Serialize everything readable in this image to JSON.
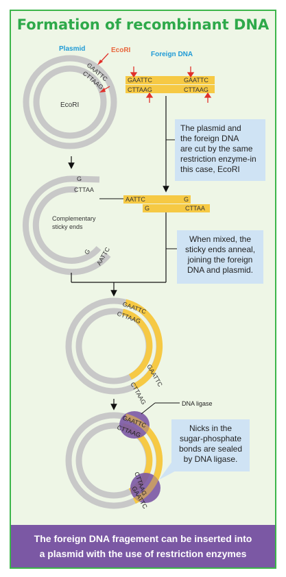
{
  "title": "Formation of recombinant DNA",
  "labels": {
    "plasmid": "Plasmid",
    "ecori_top": "EcoRI",
    "foreign_dna": "Foreign DNA",
    "ecori_inner": "EcoRI",
    "complementary": "Complementary",
    "sticky_ends": "sticky ends",
    "dna_ligase": "DNA ligase"
  },
  "sequences": {
    "gaattc": "GAATTC",
    "cttaag": "CTTAAG",
    "g": "G",
    "cttaa": "CTTAA",
    "aattc": "AATTC"
  },
  "notes": {
    "cut": [
      "The plasmid and",
      "the foreign DNA",
      "are cut by the same",
      "restriction enzyme-in",
      "this case, EcoRI"
    ],
    "mixed": [
      "When mixed, the",
      "sticky ends anneal,",
      "joining the foreign",
      "DNA and plasmid."
    ],
    "nicks": [
      "Nicks in the",
      "sugar-phosphate",
      "bonds are sealed",
      "by DNA ligase."
    ]
  },
  "footer": [
    "The foreign DNA fragement can be inserted into",
    "a plasmid with the use of restriction enzymes"
  ],
  "colors": {
    "green": "#2ea94a",
    "plasmid": "#c8c8c8",
    "foreign": "#f6c944",
    "note": "#cfe3f4",
    "footer": "#7b58a4",
    "arrow": "#e0312b",
    "label_blue": "#1f9ad6",
    "label_orange": "#e8663c"
  }
}
